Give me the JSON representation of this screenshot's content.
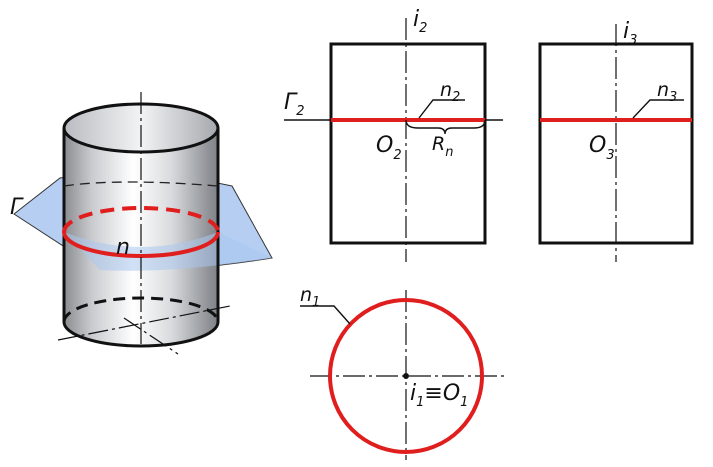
{
  "labels": {
    "i2": {
      "main": "i",
      "sub": "2"
    },
    "i3": {
      "main": "i",
      "sub": "3"
    },
    "gamma2": {
      "main": "Г",
      "sub": "2"
    },
    "n2": {
      "main": "n",
      "sub": "2"
    },
    "n3": {
      "main": "n",
      "sub": "3"
    },
    "o2": {
      "main": "O",
      "sub": "2"
    },
    "o3": {
      "main": "O",
      "sub": "3"
    },
    "rn": {
      "main": "R",
      "sub": "n"
    },
    "gamma": "Г",
    "n": "n",
    "n1": {
      "main": "n",
      "sub": "1"
    },
    "i1o1": {
      "main1": "i",
      "sub1": "1",
      "eq": "≡",
      "main2": "O",
      "sub2": "1"
    }
  },
  "colors": {
    "line": "#111111",
    "section": "#e01e1e",
    "plane": "#a9c6ee"
  }
}
